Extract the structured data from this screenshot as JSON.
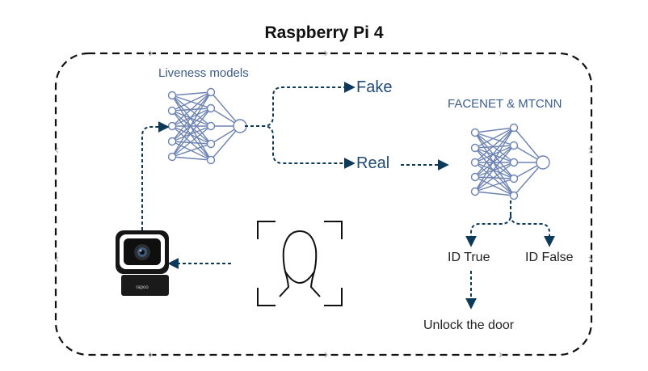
{
  "title": "Raspberry Pi 4",
  "labels": {
    "liveness_models": "Liveness models",
    "fake": "Fake",
    "real": "Real",
    "facenet": "FACENET & MTCNN",
    "id_true": "ID True",
    "id_false": "ID False",
    "unlock": "Unlock the door",
    "camera_brand": "rapoo"
  },
  "colors": {
    "arrow": "#0e3a5a",
    "network": "#6d83b3",
    "border": "#111111",
    "label_blue": "#1f4a78"
  },
  "icons": [
    "webcam-icon",
    "face-scan-icon",
    "neural-network-icon"
  ]
}
